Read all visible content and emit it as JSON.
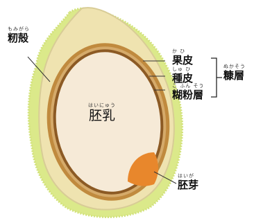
{
  "labels": {
    "husk": {
      "ruby": "もみがら",
      "text": "籾殻"
    },
    "pericarp": {
      "ruby": "か ひ",
      "text": "果皮"
    },
    "seed_coat": {
      "ruby": "しゅ ひ",
      "text": "種皮"
    },
    "aleurone": {
      "ruby": "こ ふん そう",
      "text": "糊粉層"
    },
    "bran": {
      "ruby": "ぬかそう",
      "text": "糠層"
    },
    "endosperm": {
      "ruby": "はいにゅう",
      "text": "胚乳"
    },
    "embryo": {
      "ruby": "はいが",
      "text": "胚芽"
    }
  },
  "colors": {
    "husk": "#dbe98a",
    "hull_outline": "#e7dca8",
    "pericarp": "#c08a3e",
    "seed_coat": "#d5aa6a",
    "aleurone": "#8c5a24",
    "endosperm": "#f6ead7",
    "embryo": "#e8872c",
    "leader_line": "#333333"
  }
}
